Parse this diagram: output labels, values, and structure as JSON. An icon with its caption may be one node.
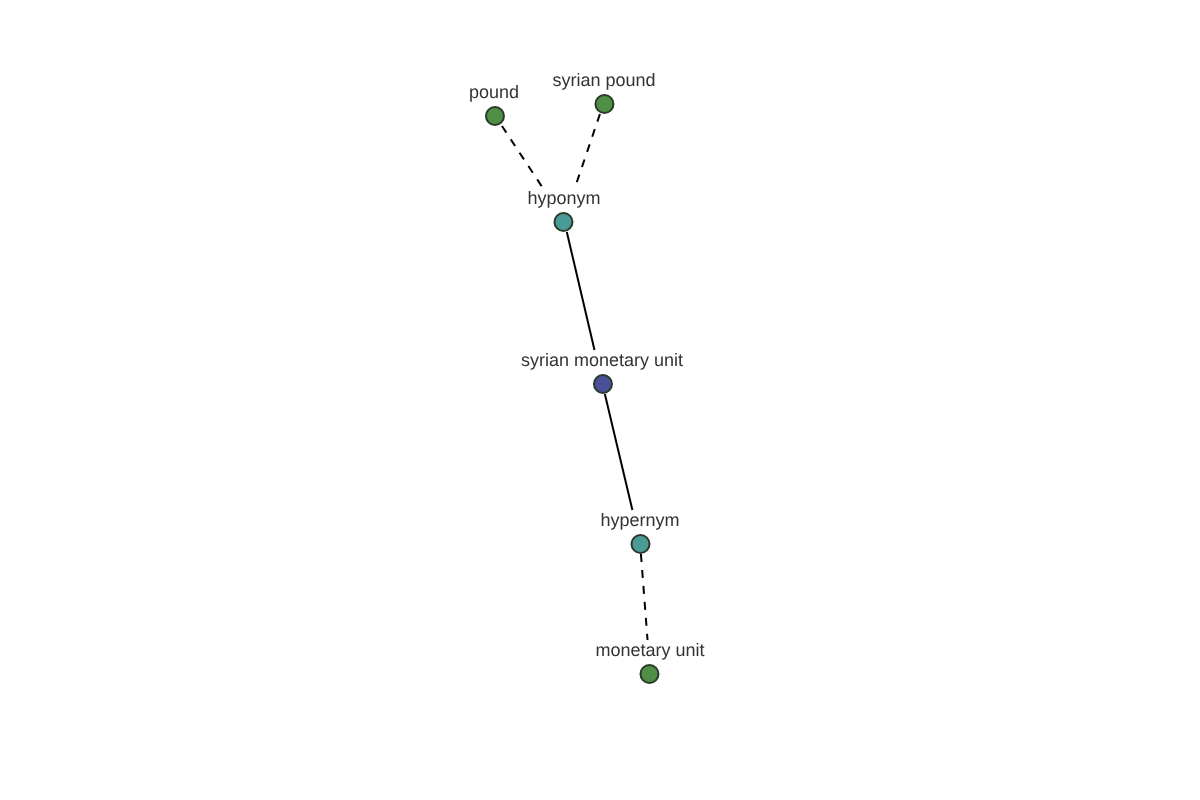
{
  "diagram": {
    "nodes": [
      {
        "text": [
          "pound"
        ]
      },
      {
        "text": [
          "syrian pound"
        ]
      },
      {
        "text": [
          "hyponym"
        ]
      },
      {
        "text": [
          "syrian monetary unit"
        ]
      },
      {
        "text": [
          "hypernym"
        ]
      },
      {
        "text": [
          "monetary unit"
        ]
      }
    ],
    "edges": [
      {
        "from": 0,
        "to": 2,
        "arrow": "none",
        "style": "dashed"
      },
      {
        "from": 1,
        "to": 2,
        "arrow": "none",
        "style": "dashed"
      },
      {
        "from": 2,
        "to": 3,
        "arrow": "none"
      },
      {
        "from": 3,
        "to": 4,
        "arrow": "none"
      },
      {
        "from": 4,
        "to": 5,
        "arrow": "none",
        "style": "dashed"
      }
    ]
  }
}
